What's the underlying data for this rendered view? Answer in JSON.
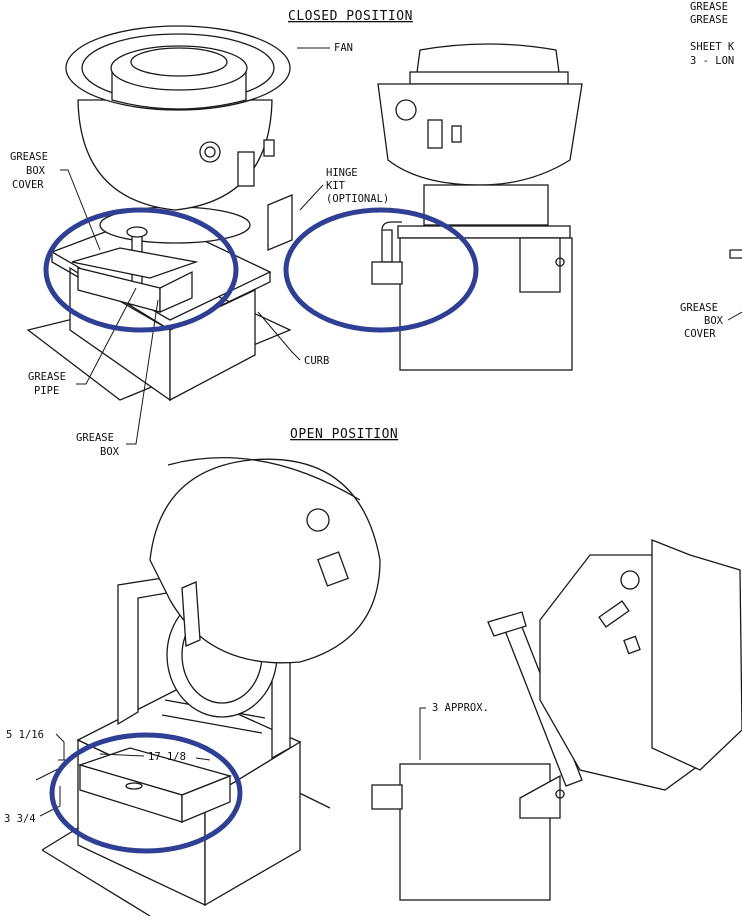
{
  "headings": {
    "closed": "CLOSED POSITION",
    "open": "OPEN POSITION"
  },
  "labels": {
    "fan": "FAN",
    "grease_box_cover_left": [
      "GREASE",
      "BOX",
      "COVER"
    ],
    "hinge_kit": [
      "HINGE",
      "KIT",
      "(OPTIONAL)"
    ],
    "curb": "CURB",
    "grease_pipe": [
      "GREASE",
      "PIPE"
    ],
    "grease_box": [
      "GREASE",
      "BOX"
    ],
    "grease_box_cover_right": [
      "GREASE",
      "BOX",
      "COVER"
    ],
    "top_right_cropped": [
      "GREASE",
      "GREASE",
      "SHEET K",
      "3 - LON"
    ]
  },
  "dimensions": {
    "height_top": "5 1/16",
    "width": "17 1/8",
    "height_box": "3 3/4",
    "clearance": "3 APPROX."
  },
  "highlight_color": "#2f3f94"
}
